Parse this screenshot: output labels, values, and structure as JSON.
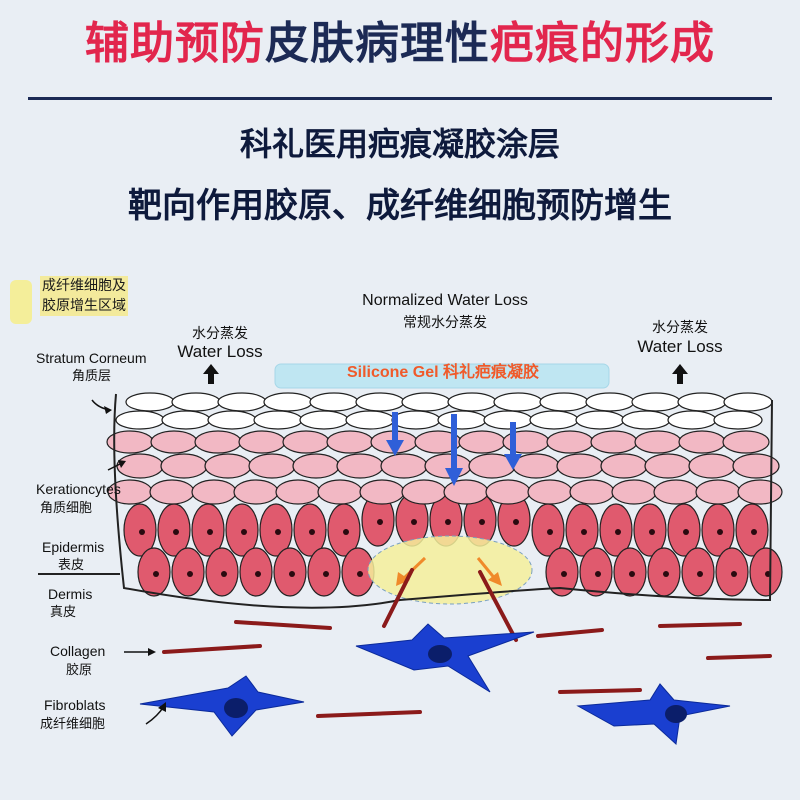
{
  "header": {
    "title_part1": "辅助预防",
    "title_part2": "皮肤病理性",
    "title_part3": "疤痕的形成",
    "subtitle_line1": "科礼医用疤痕凝胶涂层",
    "subtitle_line2": "靶向作用胶原、成纤维细胞预防增生"
  },
  "legend": {
    "line1": "成纤维细胞及",
    "line2": "胶原增生区域",
    "color": "#f4ee9a"
  },
  "labels": {
    "normalized_en": "Normalized Water Loss",
    "normalized_cn": "常规水分蒸发",
    "water_loss_left_cn": "水分蒸发",
    "water_loss_left_en": "Water Loss",
    "water_loss_right_cn": "水分蒸发",
    "water_loss_right_en": "Water Loss",
    "gel": "Silicone Gel 科礼疤痕凝胶",
    "stratum_en": "Stratum Corneum",
    "stratum_cn": "角质层",
    "kera_en": "Kerationcytes",
    "kera_cn": "角质细胞",
    "epidermis_en": "Epidermis",
    "epidermis_cn": "表皮",
    "dermis_en": "Dermis",
    "dermis_cn": "真皮",
    "collagen_en": "Collagen",
    "collagen_cn": "胶原",
    "fibro_en": "Fibroblats",
    "fibro_cn": "成纤维细胞"
  },
  "colors": {
    "title_red": "#e2264d",
    "title_navy": "#1c2a55",
    "gel_text": "#f05a2a",
    "basal_cell": "#e05a6e",
    "mid_cell": "#f2b8c4",
    "top_cell": "#ffffff",
    "fibroblast": "#1a3fd0",
    "collagen": "#8b1a1a",
    "arrow_blue": "#2f5fd8"
  },
  "icons": [
    "arrow-up-icon",
    "arrow-down-icon",
    "arrow-right-icon"
  ]
}
